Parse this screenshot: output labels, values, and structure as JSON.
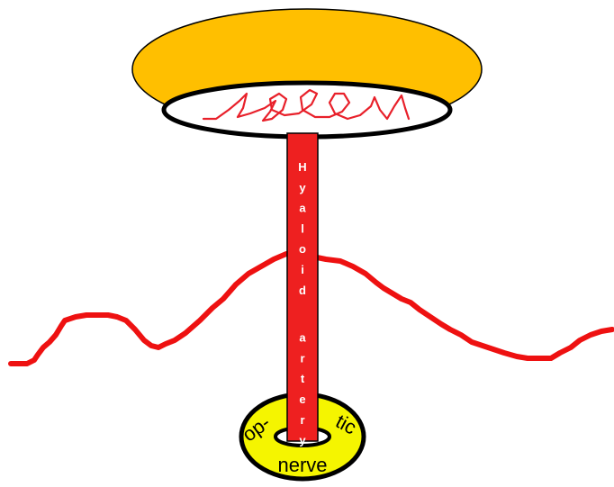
{
  "diagram": {
    "artery_text": "Hyaloid artery",
    "nerve_labels": {
      "left": "op-",
      "right": "tic",
      "bottom": "nerve"
    },
    "colors": {
      "lens_disc": "#FFBF00",
      "artery": "#EE2020",
      "retina_line": "#EE1111",
      "nerve_ring": "#F5F500",
      "outline": "#000000",
      "scribble": "#E8202A",
      "artery_text": "#FFFFFF"
    }
  }
}
